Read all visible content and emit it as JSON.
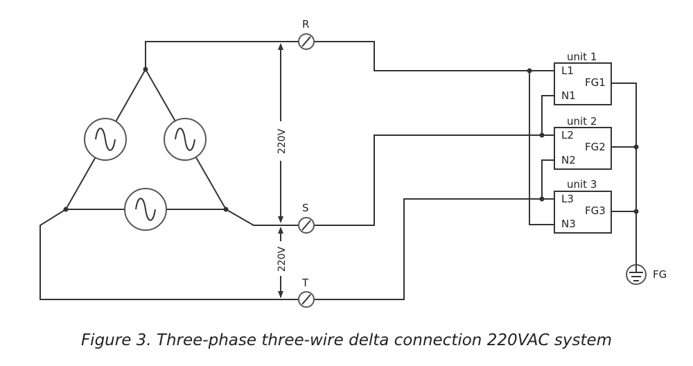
{
  "terminals": {
    "r": "R",
    "s": "S",
    "t": "T"
  },
  "voltages": {
    "rs": "220V",
    "st": "220V"
  },
  "units": [
    {
      "name": "unit 1",
      "line": "L1",
      "neutral": "N1",
      "ground": "FG1"
    },
    {
      "name": "unit 2",
      "line": "L2",
      "neutral": "N2",
      "ground": "FG2"
    },
    {
      "name": "unit 3",
      "line": "L3",
      "neutral": "N3",
      "ground": "FG3"
    }
  ],
  "ground_label": "FG",
  "caption": "Figure 3. Three-phase three-wire delta connection 220VAC system"
}
